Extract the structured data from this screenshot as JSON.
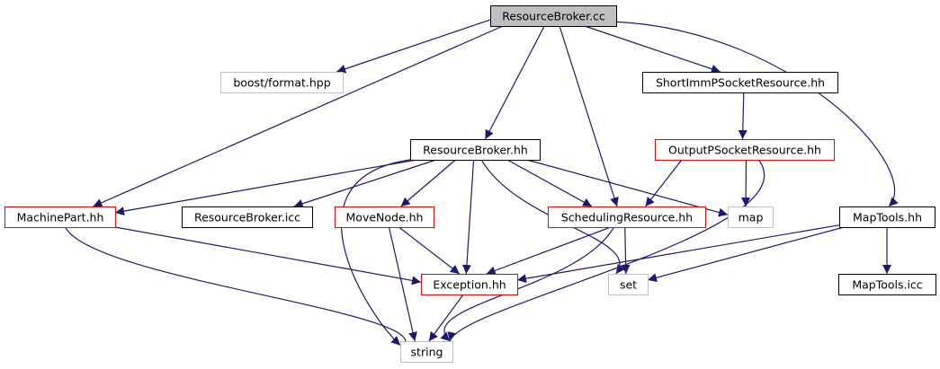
{
  "colors": {
    "edge": "#191970",
    "border_default": "#000000",
    "border_red": "#ff0000",
    "border_gray": "#bfbfbf",
    "fill_root": "#bfbfbf",
    "fill_default": "#ffffff",
    "text": "#000000"
  },
  "nodes": [
    {
      "id": "resourcebroker-cc",
      "label": "ResourceBroker.cc",
      "style": "root"
    },
    {
      "id": "boost-format-hpp",
      "label": "boost/format.hpp",
      "style": "gray"
    },
    {
      "id": "shortimmpsocketresource-hh",
      "label": "ShortImmPSocketResource.hh",
      "style": "black"
    },
    {
      "id": "resourcebroker-hh",
      "label": "ResourceBroker.hh",
      "style": "black"
    },
    {
      "id": "outputpsocketresource-hh",
      "label": "OutputPSocketResource.hh",
      "style": "red"
    },
    {
      "id": "machinepart-hh",
      "label": "MachinePart.hh",
      "style": "red"
    },
    {
      "id": "resourcebroker-icc",
      "label": "ResourceBroker.icc",
      "style": "black"
    },
    {
      "id": "movenode-hh",
      "label": "MoveNode.hh",
      "style": "red"
    },
    {
      "id": "schedulingresource-hh",
      "label": "SchedulingResource.hh",
      "style": "red"
    },
    {
      "id": "map",
      "label": "map",
      "style": "gray"
    },
    {
      "id": "maptools-hh",
      "label": "MapTools.hh",
      "style": "black"
    },
    {
      "id": "exception-hh",
      "label": "Exception.hh",
      "style": "red"
    },
    {
      "id": "set",
      "label": "set",
      "style": "gray"
    },
    {
      "id": "maptools-icc",
      "label": "MapTools.icc",
      "style": "black"
    },
    {
      "id": "string",
      "label": "string",
      "style": "gray"
    }
  ],
  "edges": [
    {
      "from": "resourcebroker-cc",
      "to": "boost-format-hpp"
    },
    {
      "from": "resourcebroker-cc",
      "to": "shortimmpsocketresource-hh"
    },
    {
      "from": "resourcebroker-cc",
      "to": "resourcebroker-hh"
    },
    {
      "from": "resourcebroker-cc",
      "to": "machinepart-hh"
    },
    {
      "from": "resourcebroker-cc",
      "to": "schedulingresource-hh"
    },
    {
      "from": "resourcebroker-cc",
      "to": "maptools-hh"
    },
    {
      "from": "shortimmpsocketresource-hh",
      "to": "outputpsocketresource-hh"
    },
    {
      "from": "outputpsocketresource-hh",
      "to": "schedulingresource-hh"
    },
    {
      "from": "outputpsocketresource-hh",
      "to": "map"
    },
    {
      "from": "outputpsocketresource-hh",
      "to": "string"
    },
    {
      "from": "resourcebroker-hh",
      "to": "machinepart-hh"
    },
    {
      "from": "resourcebroker-hh",
      "to": "resourcebroker-icc"
    },
    {
      "from": "resourcebroker-hh",
      "to": "movenode-hh"
    },
    {
      "from": "resourcebroker-hh",
      "to": "schedulingresource-hh"
    },
    {
      "from": "resourcebroker-hh",
      "to": "map"
    },
    {
      "from": "resourcebroker-hh",
      "to": "exception-hh"
    },
    {
      "from": "resourcebroker-hh",
      "to": "set"
    },
    {
      "from": "resourcebroker-hh",
      "to": "string"
    },
    {
      "from": "machinepart-hh",
      "to": "exception-hh"
    },
    {
      "from": "machinepart-hh",
      "to": "string"
    },
    {
      "from": "movenode-hh",
      "to": "exception-hh"
    },
    {
      "from": "movenode-hh",
      "to": "string"
    },
    {
      "from": "schedulingresource-hh",
      "to": "exception-hh"
    },
    {
      "from": "schedulingresource-hh",
      "to": "set"
    },
    {
      "from": "schedulingresource-hh",
      "to": "string"
    },
    {
      "from": "maptools-hh",
      "to": "exception-hh"
    },
    {
      "from": "maptools-hh",
      "to": "set"
    },
    {
      "from": "maptools-hh",
      "to": "maptools-icc"
    },
    {
      "from": "exception-hh",
      "to": "string"
    }
  ]
}
